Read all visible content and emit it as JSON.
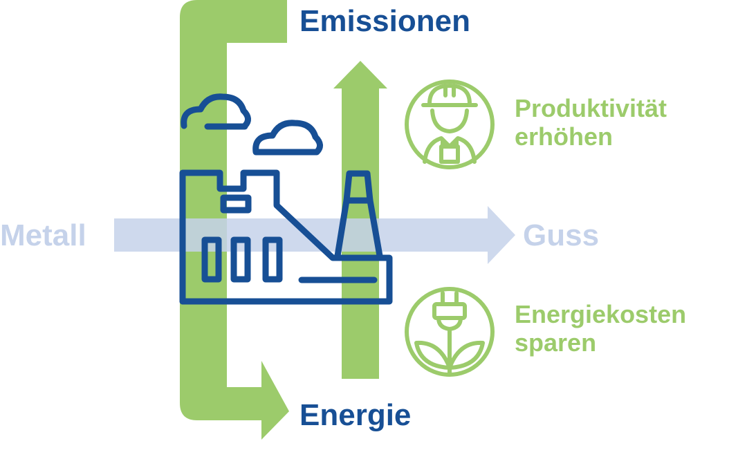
{
  "labels": {
    "emissions": "Emissionen",
    "energy": "Energie",
    "input": "Metall",
    "output": "Guss"
  },
  "benefits": [
    {
      "line1": "Produktivität",
      "line2": "erhöhen",
      "icon": "worker-helmet-icon"
    },
    {
      "line1": "Energiekosten",
      "line2": "sparen",
      "icon": "plug-leaves-icon"
    }
  ],
  "colors": {
    "green": "#9ccb6b",
    "dark_blue": "#174f95",
    "faint_blue": "#c5d2ea"
  }
}
